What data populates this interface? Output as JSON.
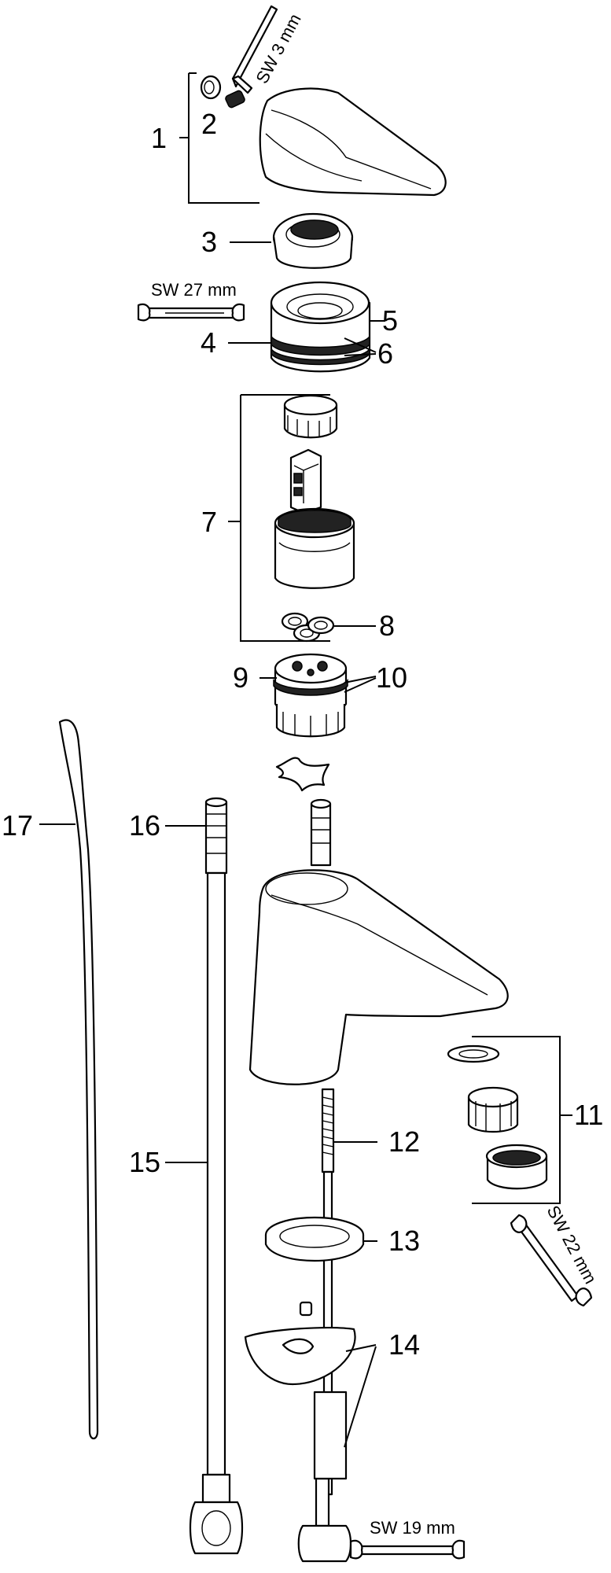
{
  "diagram": {
    "part_numbers": [
      "1",
      "2",
      "3",
      "4",
      "5",
      "6",
      "7",
      "8",
      "9",
      "10",
      "11",
      "12",
      "13",
      "14",
      "15",
      "16",
      "17"
    ],
    "tool_sizes": {
      "sw3": "SW 3 mm",
      "sw27": "SW 27 mm",
      "sw22": "SW 22 mm",
      "sw19": "SW 19 mm"
    }
  }
}
